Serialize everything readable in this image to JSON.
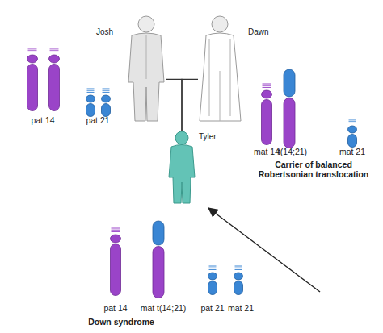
{
  "diagram": {
    "nodes": [
      {
        "text": [
          "Josh"
        ]
      },
      {
        "text": [
          "Dawn"
        ]
      },
      {
        "text": [
          "Tyler"
        ]
      }
    ],
    "edges": [
      {
        "from": 0,
        "to": 2,
        "arrow": "none"
      },
      {
        "from": 1,
        "to": 2,
        "arrow": "none"
      }
    ],
    "labels": [
      "pat 14",
      "pat 21",
      "mat 14",
      "t(14;21)",
      "mat 21",
      "Carrier of balanced Robertsonian translocation",
      "pat 14",
      "mat t(14;21)",
      "pat 21",
      "mat 21",
      "Down syndrome"
    ]
  }
}
